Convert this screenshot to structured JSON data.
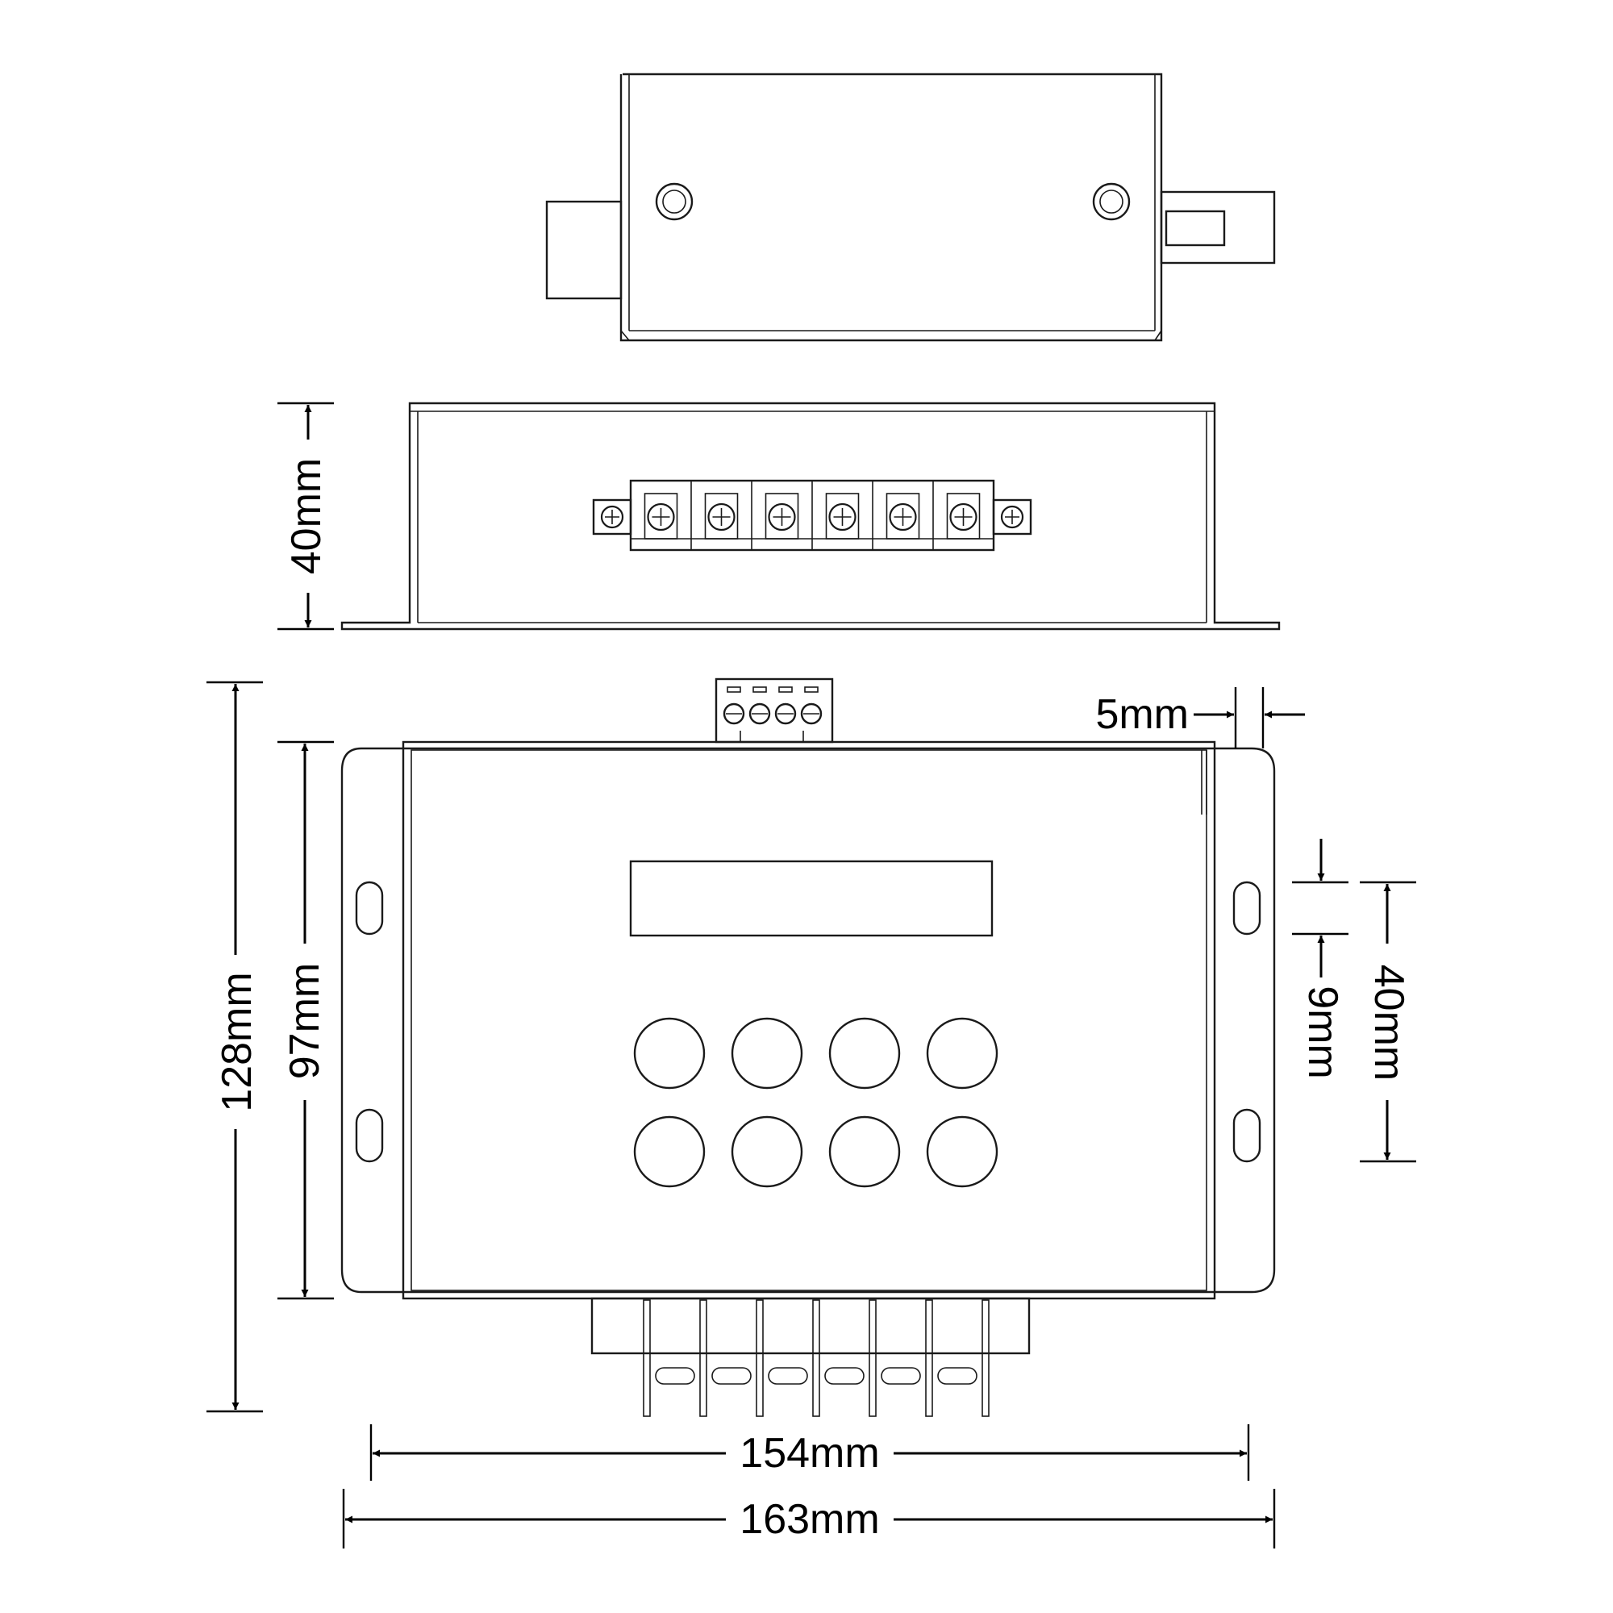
{
  "dimensions": {
    "side_height": "40mm",
    "overall_height": "128mm",
    "body_height": "97mm",
    "tab_width": "5mm",
    "slot_height": "9mm",
    "slot_spacing": "40mm",
    "body_width": "154mm",
    "overall_width": "163mm"
  },
  "front_view": {
    "button_count": 8,
    "terminal_count": 6,
    "connector_pins": 4
  }
}
